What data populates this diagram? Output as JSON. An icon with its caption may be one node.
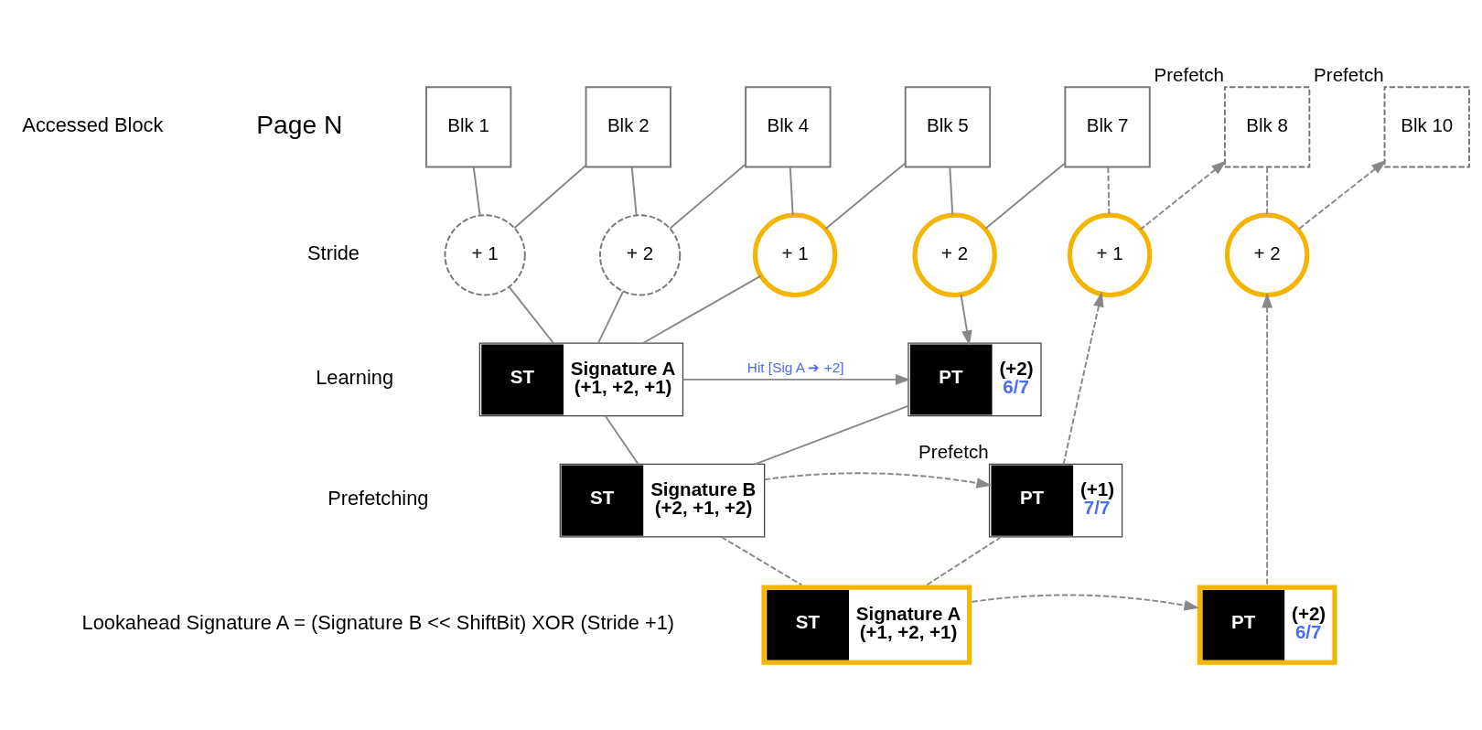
{
  "diagram": {
    "nodes": [
      {
        "text": [
          "Blk 1"
        ]
      },
      {
        "text": [
          "Blk 2"
        ]
      },
      {
        "text": [
          "Blk 4"
        ]
      },
      {
        "text": [
          "Blk 5"
        ]
      },
      {
        "text": [
          "Blk 7"
        ]
      },
      {
        "text": [
          "Blk 8"
        ],
        "beside": [
          "Prefetch"
        ]
      },
      {
        "text": [
          "Blk 10"
        ],
        "beside": [
          "Prefetch"
        ]
      },
      {
        "text": [
          "+ 1"
        ]
      },
      {
        "text": [
          "+ 2"
        ]
      },
      {
        "text": [
          "+ 1"
        ]
      },
      {
        "text": [
          "+ 2"
        ]
      },
      {
        "text": [
          "+ 1"
        ]
      },
      {
        "text": [
          "+ 2"
        ]
      },
      {
        "text": [
          "ST",
          "Signature A",
          "(+1, +2, +1)"
        ]
      },
      {
        "text": [
          "PT",
          "(+2)",
          "6/7"
        ]
      },
      {
        "text": [
          "ST",
          "Signature B",
          "(+2, +1, +2)"
        ]
      },
      {
        "text": [
          "PT",
          "(+1)",
          "7/7"
        ],
        "beside": [
          "Prefetch"
        ]
      },
      {
        "text": [
          "ST",
          "Signature A",
          "(+1, +2, +1)"
        ]
      },
      {
        "text": [
          "PT",
          "(+2)",
          "6/7"
        ]
      }
    ],
    "edges": [
      {
        "from": 0,
        "to": 7,
        "arrow": "none"
      },
      {
        "from": 7,
        "to": 1,
        "arrow": "none"
      },
      {
        "from": 1,
        "to": 8,
        "arrow": "none"
      },
      {
        "from": 8,
        "to": 2,
        "arrow": "none"
      },
      {
        "from": 2,
        "to": 9,
        "arrow": "none"
      },
      {
        "from": 9,
        "to": 3,
        "arrow": "none"
      },
      {
        "from": 3,
        "to": 10,
        "arrow": "none"
      },
      {
        "from": 10,
        "to": 4,
        "arrow": "none"
      },
      {
        "from": 4,
        "to": 11,
        "arrow": "none",
        "style": "dashed"
      },
      {
        "from": 11,
        "to": 5,
        "arrow": "to",
        "style": "dashed"
      },
      {
        "from": 5,
        "to": 12,
        "arrow": "none",
        "style": "dashed"
      },
      {
        "from": 12,
        "to": 6,
        "arrow": "to",
        "style": "dashed"
      },
      {
        "from": 7,
        "to": 13,
        "arrow": "none"
      },
      {
        "from": 8,
        "to": 13,
        "arrow": "none"
      },
      {
        "from": 9,
        "to": 13,
        "arrow": "none"
      },
      {
        "from": 13,
        "to": 14,
        "arrow": "to",
        "label": "Hit [Sig A ➔ +2]"
      },
      {
        "from": 10,
        "to": 14,
        "arrow": "to"
      },
      {
        "from": 13,
        "to": 15,
        "arrow": "none"
      },
      {
        "from": 14,
        "to": 15,
        "arrow": "none"
      },
      {
        "from": 15,
        "to": 16,
        "arrow": "to",
        "style": "dashed"
      },
      {
        "from": 16,
        "to": 11,
        "arrow": "to",
        "style": "dashed"
      },
      {
        "from": 15,
        "to": 17,
        "arrow": "none",
        "style": "dashed"
      },
      {
        "from": 16,
        "to": 17,
        "arrow": "none",
        "style": "dashed"
      },
      {
        "from": 17,
        "to": 18,
        "arrow": "to",
        "style": "dashed"
      },
      {
        "from": 18,
        "to": 12,
        "arrow": "to",
        "style": "dashed"
      }
    ],
    "labels": [
      "Page N",
      "Accessed Block",
      "Stride",
      "Learning",
      "Prefetching",
      "Lookahead Signature A = (Signature B << ShiftBit) XOR (Stride +1)"
    ]
  }
}
